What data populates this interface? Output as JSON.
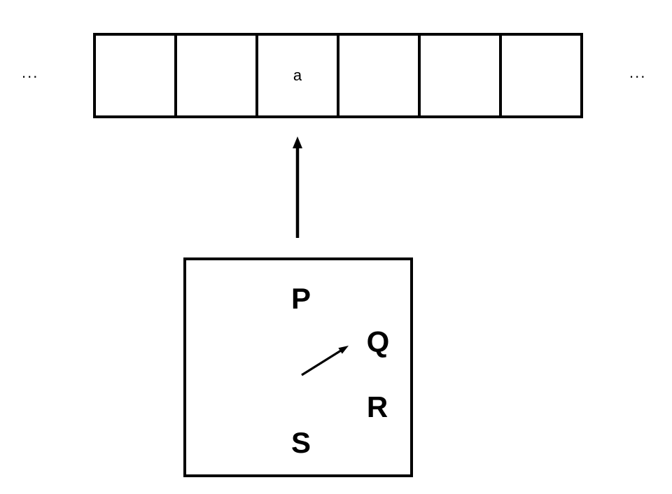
{
  "diagram": {
    "type": "turing-machine-head-and-tape",
    "tape": {
      "left_ellipsis": "...",
      "right_ellipsis": "...",
      "cells": [
        "",
        "",
        "a",
        "",
        "",
        ""
      ]
    },
    "head": {
      "states": [
        {
          "label": "P"
        },
        {
          "label": "Q"
        },
        {
          "label": "R"
        },
        {
          "label": "S"
        }
      ],
      "current_state": "Q"
    },
    "colors": {
      "foreground": "#000000",
      "background": "#ffffff"
    }
  }
}
